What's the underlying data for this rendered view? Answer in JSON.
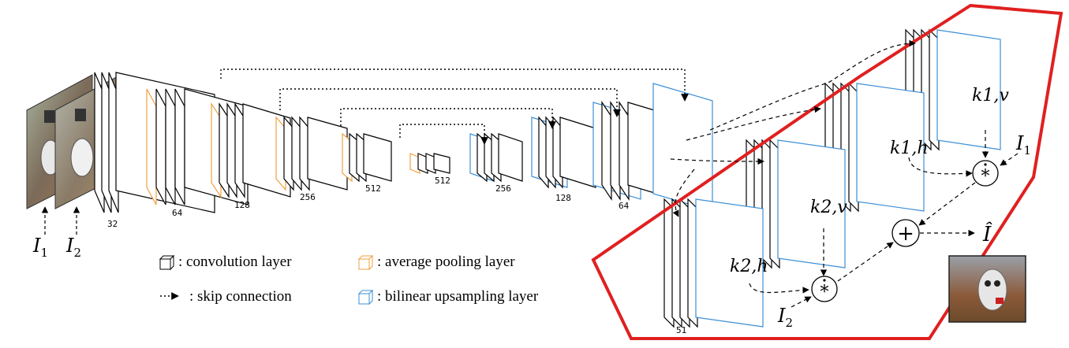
{
  "colors": {
    "conv": "#000000",
    "pool": "#f0a040",
    "upsample": "#3d8fd6",
    "highlight": "#e02020"
  },
  "inputs": {
    "i1": "I",
    "i1_sub": "1",
    "i2": "I",
    "i2_sub": "2"
  },
  "channel_labels": {
    "c32": "32",
    "c64a": "64",
    "c128a": "128",
    "c256a": "256",
    "c512a": "512",
    "c512b": "512",
    "c256b": "256",
    "c128b": "128",
    "c64b": "64",
    "c51": "51"
  },
  "kernels": {
    "k1v": "k1,v",
    "k1h": "k1,h",
    "k2v": "k2,v",
    "k2h": "k2,h"
  },
  "operators": {
    "conv_op": "*",
    "sum_op": "+"
  },
  "outputs": {
    "i1": "I",
    "i1_sub": "1",
    "i2": "I",
    "i2_sub": "2",
    "ihat": "Î"
  },
  "legend": {
    "conv": ": convolution layer",
    "pool": ": average pooling layer",
    "skip": ": skip connection",
    "upsample": ": bilinear upsampling layer"
  },
  "icons": {
    "conv": "cube-icon",
    "pool": "orange-cube-icon",
    "upsample": "blue-cube-icon",
    "skip": "dotted-arrow-icon",
    "output": "output-image-thumbnail"
  }
}
